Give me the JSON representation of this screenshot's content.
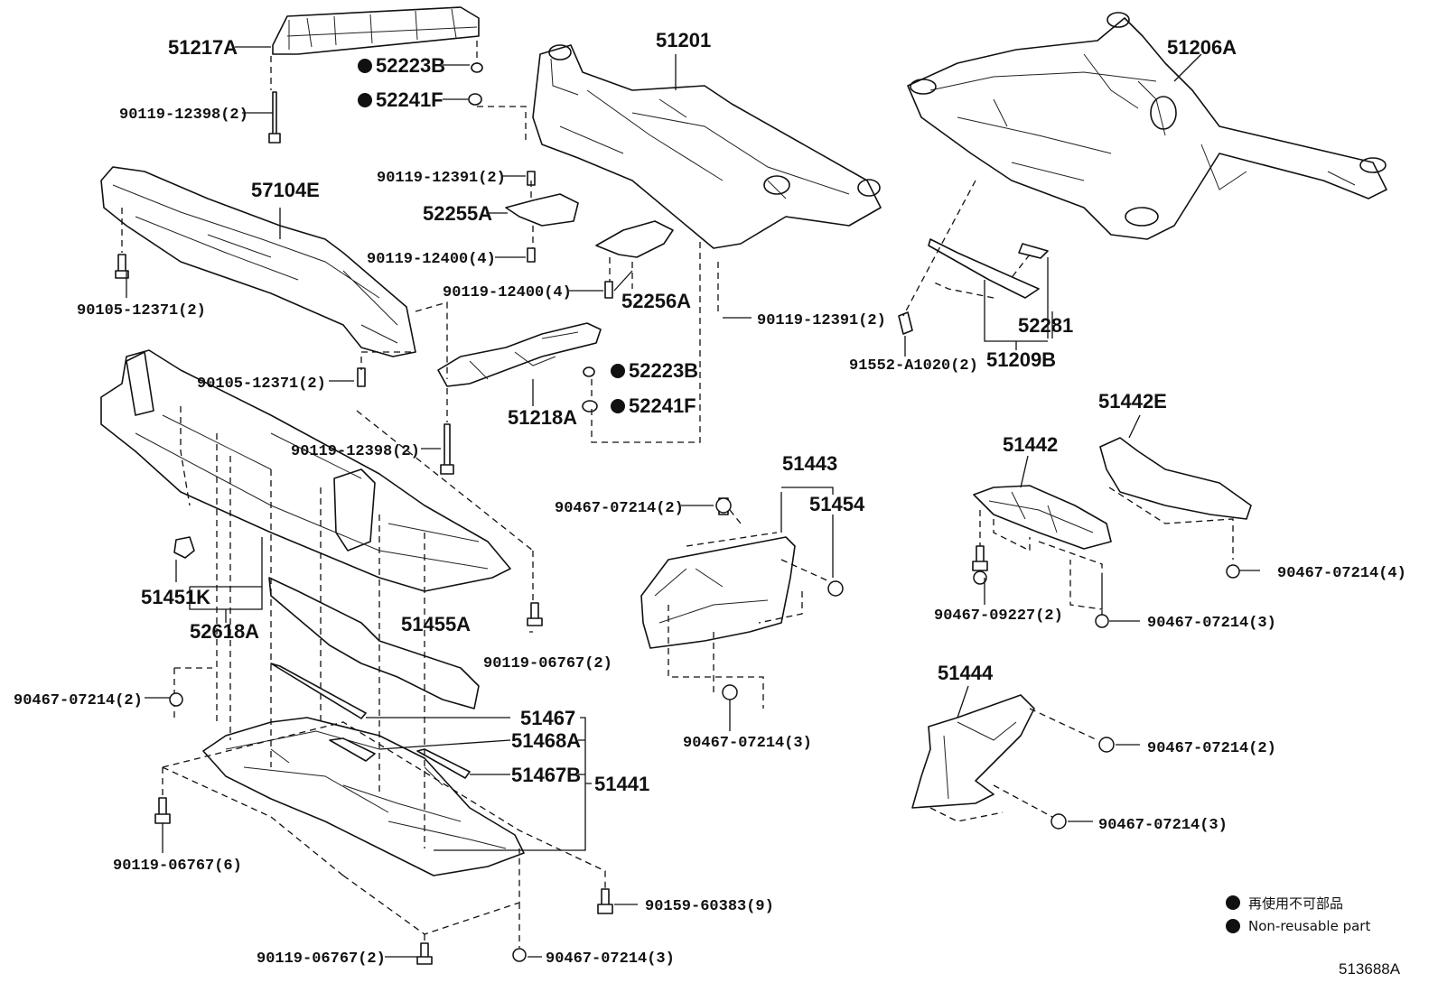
{
  "labels": {
    "p51217A": "51217A",
    "p52223B_top": "52223B",
    "p52241F_top": "52241F",
    "b9011912398_top": "90119-12398(2)",
    "p51201": "51201",
    "p51206A": "51206A",
    "b9011912391_a": "90119-12391(2)",
    "p52255A": "52255A",
    "b9011912400_a": "90119-12400(4)",
    "p57104E": "57104E",
    "b9010512371_a": "90105-12371(2)",
    "b9011912400_b": "90119-12400(4)",
    "p52256A": "52256A",
    "b9011912391_b": "90119-12391(2)",
    "p52281": "52281",
    "b9155201020": "91552-A1020(2)",
    "p51209B": "51209B",
    "b9010512371_b": "90105-12371(2)",
    "p52223B_mid": "52223B",
    "p52241F_mid": "52241F",
    "p51218A": "51218A",
    "b9011912398_mid": "90119-12398(2)",
    "p51443": "51443",
    "p51454": "51454",
    "c9046707214_a": "90467-07214(2)",
    "p51442E": "51442E",
    "p51442": "51442",
    "p51451K": "51451K",
    "p52618A": "52618A",
    "b9011906767_a": "90119-06767(2)",
    "p51455A": "51455A",
    "c9046707214_b": "90467-07214(4)",
    "c9046709227": "90467-09227(2)",
    "c9046707214_c": "90467-07214(3)",
    "c9046707214_d": "90467-07214(2)",
    "c9046707214_e": "90467-07214(3)",
    "p51444": "51444",
    "p51467": "51467",
    "p51468A": "51468A",
    "p51467B": "51467B",
    "p51441": "51441",
    "c9046707214_f": "90467-07214(2)",
    "b9011906767_b": "90119-06767(6)",
    "c9046707214_g": "90467-07214(3)",
    "b9015960383": "90159-60383(9)",
    "b9011906767_c": "90119-06767(2)",
    "c9046707214_h": "90467-07214(3)"
  },
  "legend": {
    "ja": "再使用不可部品",
    "en": "Non-reusable part"
  },
  "diagram_ref": "513688A",
  "colors": {
    "ink": "#111111",
    "background": "#ffffff"
  }
}
